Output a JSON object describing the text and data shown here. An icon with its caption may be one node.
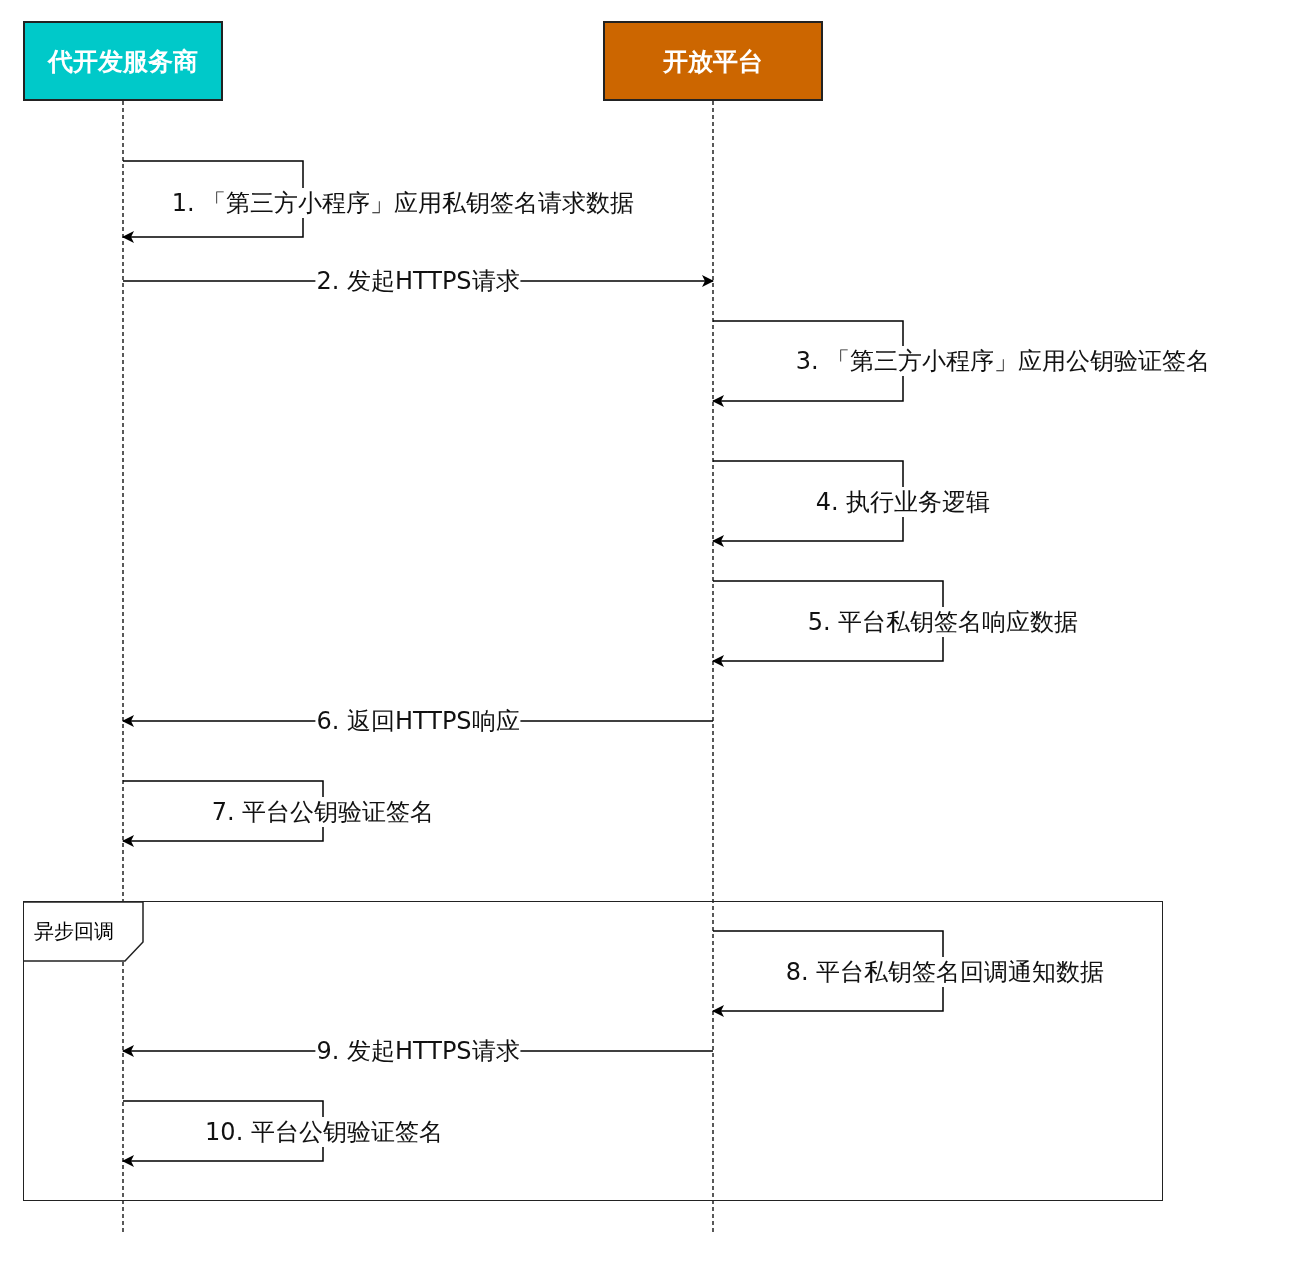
{
  "diagram": {
    "nodes": [
      {
        "text": [
          "代开发服务商"
        ]
      },
      {
        "text": [
          "开放平台"
        ]
      }
    ],
    "labels": [
      "异步回调"
    ],
    "edges": [
      {
        "from": 0,
        "to": 0,
        "arrow": "to",
        "label": "1. 「第三方小程序」应用私钥签名请求数据"
      },
      {
        "from": 0,
        "to": 1,
        "arrow": "to",
        "label": "2. 发起HTTPS请求"
      },
      {
        "from": 1,
        "to": 1,
        "arrow": "to",
        "label": "3. 「第三方小程序」应用公钥验证签名"
      },
      {
        "from": 1,
        "to": 1,
        "arrow": "to",
        "label": "4. 执行业务逻辑"
      },
      {
        "from": 1,
        "to": 1,
        "arrow": "to",
        "label": "5. 平台私钥签名响应数据"
      },
      {
        "from": 1,
        "to": 0,
        "arrow": "to",
        "label": "6. 返回HTTPS响应"
      },
      {
        "from": 0,
        "to": 0,
        "arrow": "to",
        "label": "7. 平台公钥验证签名"
      },
      {
        "from": 1,
        "to": 1,
        "arrow": "to",
        "label": "8. 平台私钥签名回调通知数据"
      },
      {
        "from": 1,
        "to": 0,
        "arrow": "to",
        "label": "9. 发起HTTPS请求"
      },
      {
        "from": 0,
        "to": 0,
        "arrow": "to",
        "label": "10. 平台公钥验证签名"
      }
    ]
  }
}
